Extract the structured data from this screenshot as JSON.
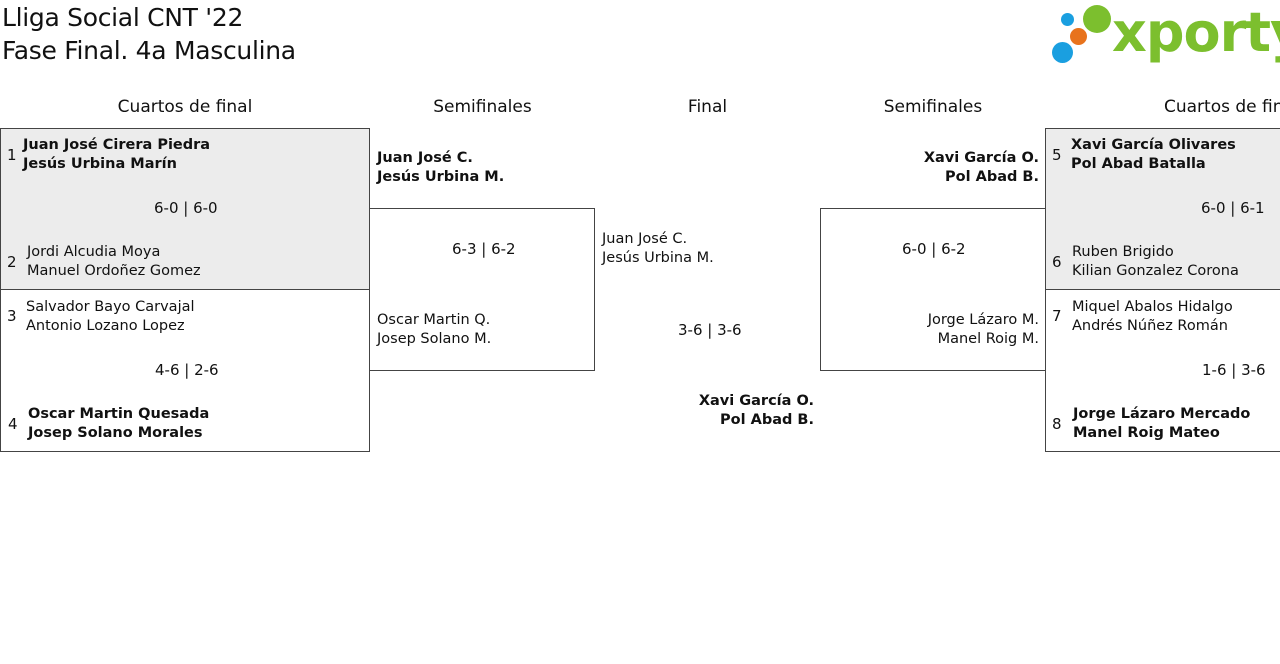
{
  "header": {
    "title_line1": "Lliga Social CNT '22",
    "title_line2": "Fase Final. 4a Masculina"
  },
  "logo": {
    "text": "xporty",
    "colors": [
      "#1a9fe0",
      "#7cbf2e",
      "#e8731c"
    ]
  },
  "columns": {
    "quarters_left": "Cuartos de final",
    "semis_left": "Semifinales",
    "final": "Final",
    "semis_right": "Semifinales",
    "quarters_right": "Cuartos de final"
  },
  "quarters": [
    {
      "seed_a": "1",
      "team_a": [
        "Juan José Cirera Piedra",
        "Jesús Urbina Marín"
      ],
      "seed_b": "2",
      "team_b": [
        "Jordi Alcudia Moya",
        "Manuel Ordoñez Gomez"
      ],
      "score": "6-0 | 6-0"
    },
    {
      "seed_a": "3",
      "team_a": [
        "Salvador Bayo Carvajal",
        "Antonio Lozano Lopez"
      ],
      "seed_b": "4",
      "team_b": [
        "Oscar Martin Quesada",
        "Josep Solano Morales"
      ],
      "score": "4-6 | 2-6"
    },
    {
      "seed_a": "5",
      "team_a": [
        "Xavi García Olivares",
        "Pol Abad Batalla"
      ],
      "seed_b": "6",
      "team_b": [
        "Ruben Brigido",
        "Kilian Gonzalez Corona"
      ],
      "score": "6-0 | 6-1"
    },
    {
      "seed_a": "7",
      "team_a": [
        "Miquel Abalos Hidalgo",
        "Andrés Núñez Román"
      ],
      "seed_b": "8",
      "team_b": [
        "Jorge Lázaro Mercado",
        "Manel Roig Mateo"
      ],
      "score": "1-6 | 3-6"
    }
  ],
  "semis": [
    {
      "team_a": [
        "Juan José C.",
        "Jesús Urbina M."
      ],
      "team_b": [
        "Oscar Martin Q.",
        "Josep Solano M."
      ],
      "score": "6-3 | 6-2"
    },
    {
      "team_a": [
        "Xavi García O.",
        "Pol Abad B."
      ],
      "team_b": [
        "Jorge Lázaro M.",
        "Manel Roig M."
      ],
      "score": "6-0 | 6-2"
    }
  ],
  "final": {
    "team_a": [
      "Juan José C.",
      "Jesús Urbina M."
    ],
    "team_b": [
      "Xavi García O.",
      "Pol Abad B."
    ],
    "score": "3-6 | 3-6"
  }
}
